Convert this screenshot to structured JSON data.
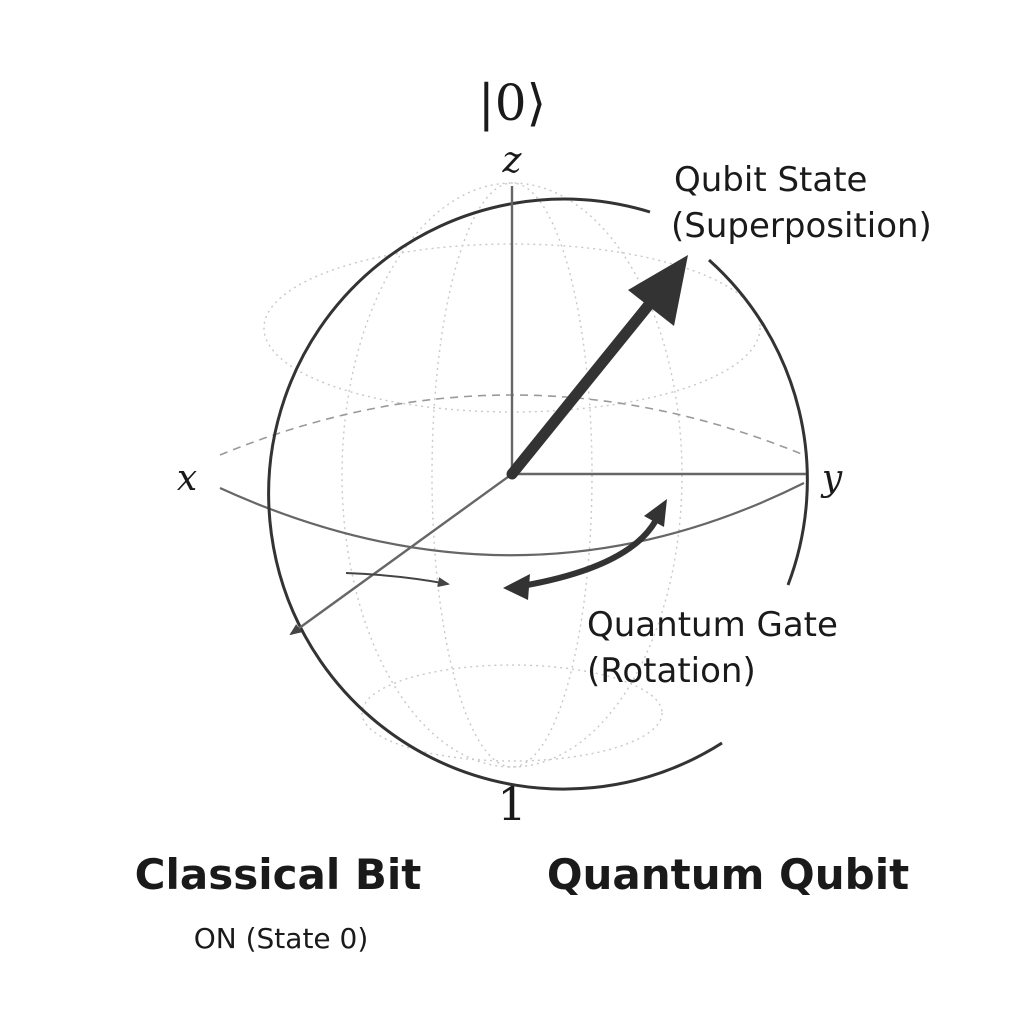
{
  "sphere": {
    "top_ket": "|0⟩",
    "bottom_label": "1",
    "axes": {
      "z": "z",
      "x": "x",
      "y": "y"
    }
  },
  "annotations": {
    "state_line1": "Qubit State",
    "state_line2": "(Superposition)",
    "gate_line1": "Quantum Gate",
    "gate_line2": "(Rotation)"
  },
  "captions": {
    "classical_title": "Classical Bit",
    "classical_sub": "ON (State 0)",
    "quantum_title": "Quantum Qubit"
  },
  "colors": {
    "outline": "#333333",
    "axis": "#666666",
    "grid": "#c8c8c8",
    "equator": "#666666",
    "vector": "#333333",
    "text": "#1a1a1a"
  }
}
